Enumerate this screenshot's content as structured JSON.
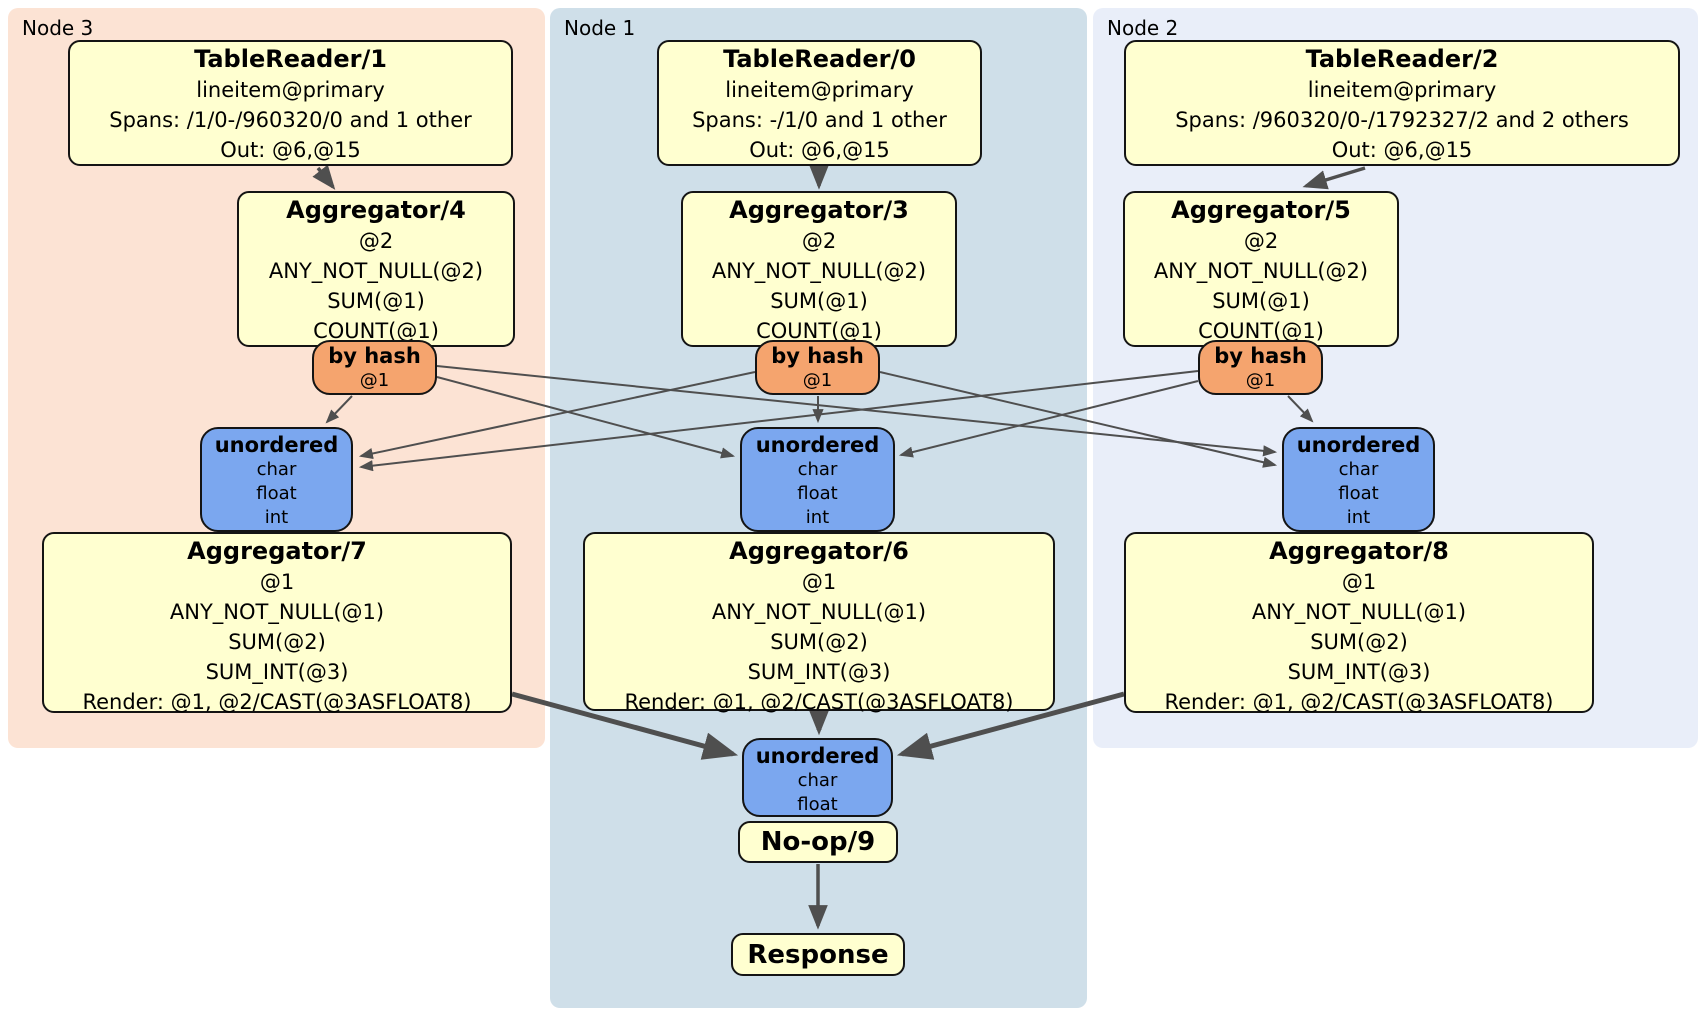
{
  "colors": {
    "node3-bg": "#fce3d4",
    "node1-bg": "#cfdfe9",
    "node2-bg": "#e9eef9",
    "box-fill": "#ffffd0",
    "box-border": "#141414",
    "router-fill": "#f5a46e",
    "sync-fill": "#7ba7ef",
    "edge": "#4f4f4f"
  },
  "nodes": {
    "n3": {
      "label": "Node 3"
    },
    "n1": {
      "label": "Node 1"
    },
    "n2": {
      "label": "Node 2"
    }
  },
  "processors": {
    "tr1": {
      "title": "TableReader/1",
      "lines": [
        "lineitem@primary",
        "Spans: /1/0-/960320/0 and 1 other",
        "Out: @6,@15"
      ]
    },
    "tr0": {
      "title": "TableReader/0",
      "lines": [
        "lineitem@primary",
        "Spans: -/1/0 and 1 other",
        "Out: @6,@15"
      ]
    },
    "tr2": {
      "title": "TableReader/2",
      "lines": [
        "lineitem@primary",
        "Spans: /960320/0-/1792327/2 and 2 others",
        "Out: @6,@15"
      ]
    },
    "agg4": {
      "title": "Aggregator/4",
      "lines": [
        "@2",
        "ANY_NOT_NULL(@2)",
        "SUM(@1)",
        "COUNT(@1)"
      ]
    },
    "agg3": {
      "title": "Aggregator/3",
      "lines": [
        "@2",
        "ANY_NOT_NULL(@2)",
        "SUM(@1)",
        "COUNT(@1)"
      ]
    },
    "agg5": {
      "title": "Aggregator/5",
      "lines": [
        "@2",
        "ANY_NOT_NULL(@2)",
        "SUM(@1)",
        "COUNT(@1)"
      ]
    },
    "agg7": {
      "title": "Aggregator/7",
      "lines": [
        "@1",
        "ANY_NOT_NULL(@1)",
        "SUM(@2)",
        "SUM_INT(@3)",
        "Render: @1, @2/CAST(@3ASFLOAT8)"
      ]
    },
    "agg6": {
      "title": "Aggregator/6",
      "lines": [
        "@1",
        "ANY_NOT_NULL(@1)",
        "SUM(@2)",
        "SUM_INT(@3)",
        "Render: @1, @2/CAST(@3ASFLOAT8)"
      ]
    },
    "agg8": {
      "title": "Aggregator/8",
      "lines": [
        "@1",
        "ANY_NOT_NULL(@1)",
        "SUM(@2)",
        "SUM_INT(@3)",
        "Render: @1, @2/CAST(@3ASFLOAT8)"
      ]
    },
    "noop": {
      "title": "No-op/9",
      "lines": []
    },
    "resp": {
      "title": "Response",
      "lines": []
    }
  },
  "routers": {
    "bh3": {
      "title": "by hash",
      "lines": [
        "@1"
      ]
    },
    "bh1": {
      "title": "by hash",
      "lines": [
        "@1"
      ]
    },
    "bh2": {
      "title": "by hash",
      "lines": [
        "@1"
      ]
    }
  },
  "syncs": {
    "un3": {
      "title": "unordered",
      "lines": [
        "char",
        "float",
        "int"
      ]
    },
    "un1": {
      "title": "unordered",
      "lines": [
        "char",
        "float",
        "int"
      ]
    },
    "un2": {
      "title": "unordered",
      "lines": [
        "char",
        "float",
        "int"
      ]
    },
    "unf": {
      "title": "unordered",
      "lines": [
        "char",
        "float"
      ]
    }
  }
}
